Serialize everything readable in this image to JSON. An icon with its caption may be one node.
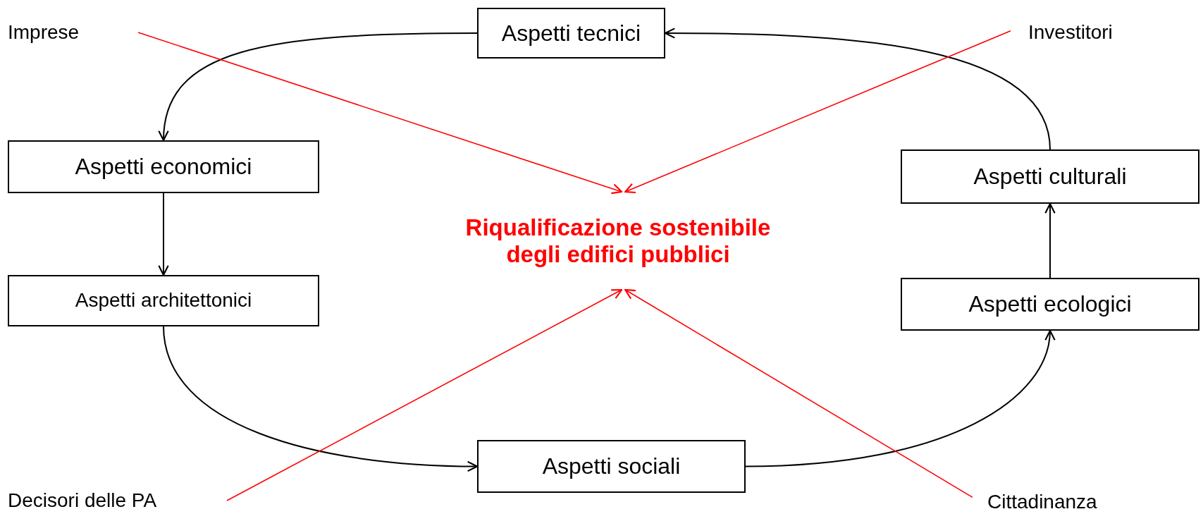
{
  "diagram": {
    "nodes": [
      {
        "text": [
          "Imprese"
        ]
      },
      {
        "text": [
          "Aspetti tecnici"
        ]
      },
      {
        "text": [
          "Investitori"
        ]
      },
      {
        "text": [
          "Aspetti economici"
        ]
      },
      {
        "text": [
          "Aspetti culturali"
        ]
      },
      {
        "text": [
          "Riqualificazione sostenibile degli edifici pubblici"
        ]
      },
      {
        "text": [
          "Aspetti architettonici"
        ]
      },
      {
        "text": [
          "Aspetti ecologici"
        ]
      },
      {
        "text": [
          "Aspetti sociali"
        ]
      },
      {
        "text": [
          "Decisori delle PA"
        ]
      },
      {
        "text": [
          "Cittadinanza"
        ]
      }
    ],
    "edges": [
      {
        "from": 1,
        "to": 3,
        "arrow": "to"
      },
      {
        "from": 3,
        "to": 6,
        "arrow": "to"
      },
      {
        "from": 6,
        "to": 8,
        "arrow": "to"
      },
      {
        "from": 8,
        "to": 7,
        "arrow": "to"
      },
      {
        "from": 7,
        "to": 4,
        "arrow": "to"
      },
      {
        "from": 4,
        "to": 1,
        "arrow": "to"
      },
      {
        "from": 0,
        "to": 5,
        "arrow": "to",
        "color": "#ff0000"
      },
      {
        "from": 2,
        "to": 5,
        "arrow": "to",
        "color": "#ff0000"
      },
      {
        "from": 9,
        "to": 5,
        "arrow": "to",
        "color": "#ff0000"
      },
      {
        "from": 10,
        "to": 5,
        "arrow": "to",
        "color": "#ff0000"
      }
    ]
  }
}
